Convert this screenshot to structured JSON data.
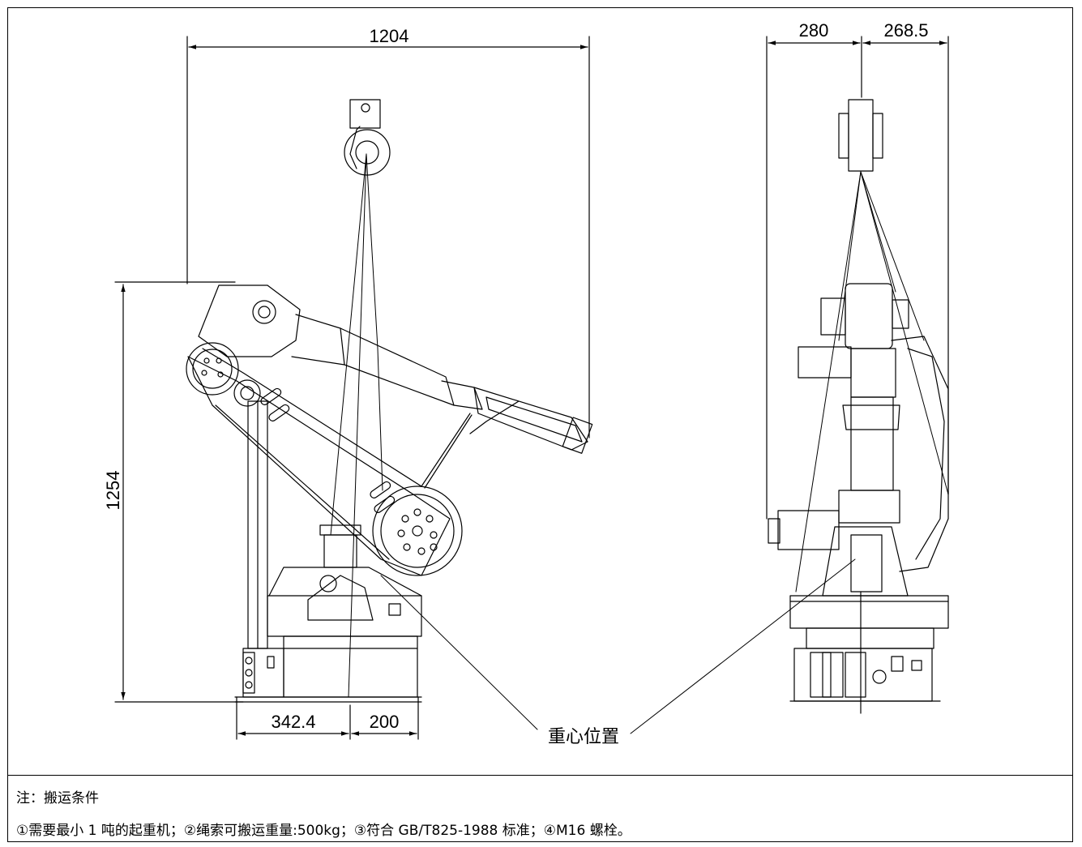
{
  "drawing": {
    "dimensions": {
      "width_total": "1204",
      "height_total": "1254",
      "base_left": "342.4",
      "base_right": "200",
      "side_left": "280",
      "side_right": "268.5"
    },
    "callout_label": "重心位置",
    "notes": {
      "title": "注：搬运条件",
      "body": "①需要最小 1 吨的起重机；②绳索可搬运重量:500kg；③符合 GB/T825-1988 标准；④M16 螺栓。"
    }
  },
  "colors": {
    "line": "#000000",
    "background": "#ffffff"
  }
}
